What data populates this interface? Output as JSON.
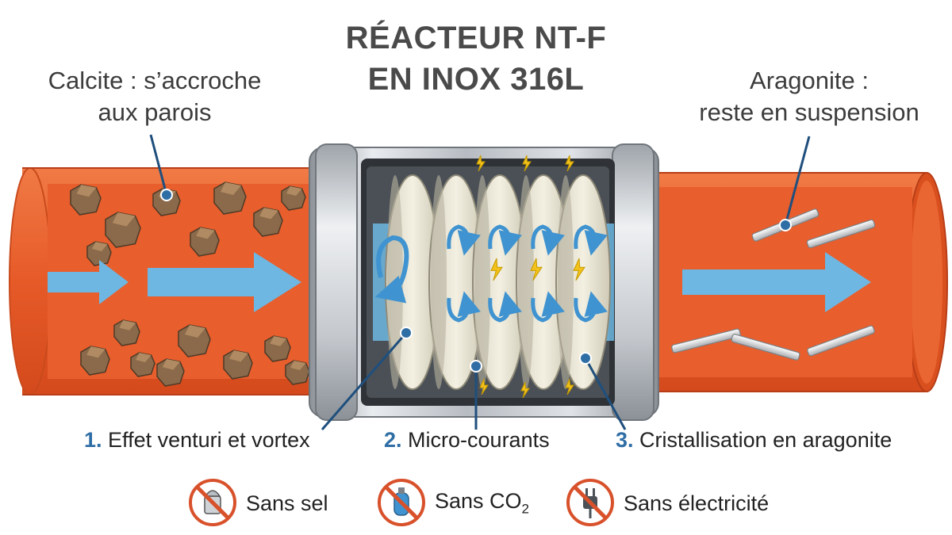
{
  "title": {
    "line1": "RÉACTEUR NT-F",
    "line2": "EN INOX 316L"
  },
  "callouts": {
    "calcite": {
      "line1": "Calcite : s’accroche",
      "line2": "aux parois"
    },
    "aragonite": {
      "line1": "Aragonite :",
      "line2": "reste en suspension"
    }
  },
  "steps": [
    {
      "num": "1.",
      "label": "Effet venturi et vortex"
    },
    {
      "num": "2.",
      "label": "Micro-courants"
    },
    {
      "num": "3.",
      "label": "Cristallisation en aragonite"
    }
  ],
  "badges": [
    {
      "label": "Sans sel",
      "icon": "salt-shaker-icon"
    },
    {
      "label": "Sans CO",
      "sub": "2",
      "icon": "gas-cylinder-icon"
    },
    {
      "label": "Sans électricité",
      "icon": "electric-plug-icon"
    }
  ],
  "colors": {
    "pipe": "#ea5d2c",
    "pipe_dark": "#b83d17",
    "flow_arrow": "#6db7e2",
    "vortex_arrow": "#3f93d0",
    "step_number": "#2f6ea5",
    "prohibition": "#d8512b",
    "lightning": "#f2c21a",
    "steel": "#b9bec4"
  }
}
